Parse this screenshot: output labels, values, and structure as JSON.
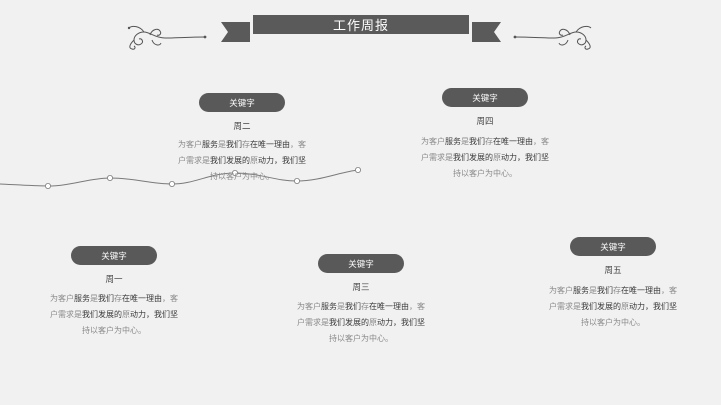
{
  "title": "工作周报",
  "colors": {
    "background": "#f1f1f1",
    "banner": "#5a5a5a",
    "pill": "#595959",
    "line": "#7a7a7a"
  },
  "icons": {
    "left": "scroll-ornament-icon",
    "right": "scroll-ornament-icon"
  },
  "cards": [
    {
      "id": "week2",
      "label": "关键字",
      "day": "周二",
      "text": {
        "line1": [
          "为客户",
          "服务",
          "是",
          "我们",
          "存",
          "在",
          "唯一理由",
          "，客"
        ],
        "line2": [
          "户需求是",
          "我们发展的",
          "原",
          "动力，",
          "我们坚"
        ],
        "line3": [
          "持以客户为中心。"
        ]
      }
    },
    {
      "id": "week4",
      "label": "关键字",
      "day": "周四",
      "text": {
        "line1": [
          "为客户",
          "服务",
          "是",
          "我们",
          "存",
          "在",
          "唯一理由",
          "，客"
        ],
        "line2": [
          "户需求是",
          "我们发展的",
          "原",
          "动力，",
          "我们坚"
        ],
        "line3": [
          "持以客户为中心。"
        ]
      }
    },
    {
      "id": "week1",
      "label": "关键字",
      "day": "周一",
      "text": {
        "line1": [
          "为客户",
          "服务",
          "是",
          "我们",
          "存",
          "在",
          "唯一理由",
          "，客"
        ],
        "line2": [
          "户需求是",
          "我们发展的",
          "原",
          "动力，",
          "我们坚"
        ],
        "line3": [
          "持以客户为中心。"
        ]
      }
    },
    {
      "id": "week3",
      "label": "关键字",
      "day": "周三",
      "text": {
        "line1": [
          "为客户",
          "服务",
          "是",
          "我们",
          "存",
          "在",
          "唯一理由",
          "，客"
        ],
        "line2": [
          "户需求是",
          "我们发展的",
          "原",
          "动力，",
          "我们坚"
        ],
        "line3": [
          "持以客户为中心。"
        ]
      }
    },
    {
      "id": "week5",
      "label": "关键字",
      "day": "周五",
      "text": {
        "line1": [
          "为客户",
          "服务",
          "是",
          "我们",
          "存",
          "在",
          "唯一理由",
          "，客"
        ],
        "line2": [
          "户需求是",
          "我们发展的",
          "原",
          "动力，",
          "我们坚"
        ],
        "line3": [
          "持以客户为中心。"
        ]
      }
    }
  ]
}
